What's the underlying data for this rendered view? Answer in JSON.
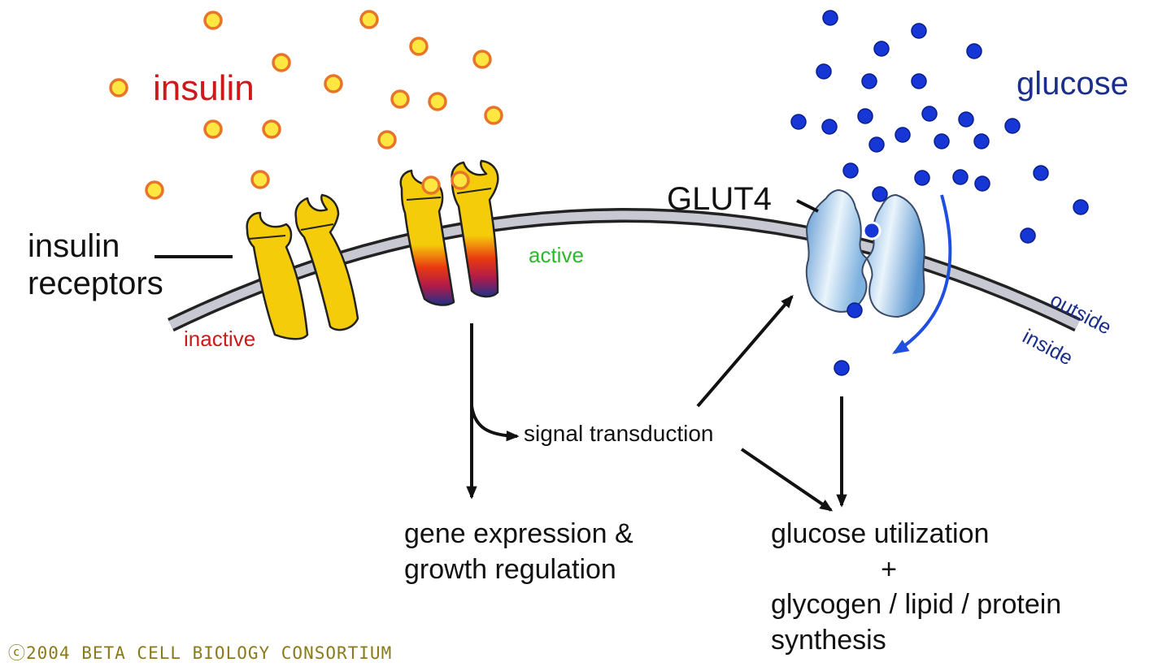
{
  "labels": {
    "insulin": "insulin",
    "glucose": "glucose",
    "insulin_receptors": "insulin\nreceptors",
    "glut4": "GLUT4",
    "inactive": "inactive",
    "active": "active",
    "outside": "outside",
    "inside": "inside",
    "signal_transduction": "signal transduction",
    "gene_expression": "gene expression &\ngrowth regulation",
    "glucose_utilization": "glucose utilization",
    "plus": "+",
    "synthesis": "glycogen / lipid / protein\nsynthesis",
    "copyright": "ⓒ2004 BETA CELL BIOLOGY CONSORTIUM"
  },
  "colors": {
    "insulin_text": "#cc1a1a",
    "glucose_text": "#1a2f8a",
    "inactive_text": "#cc1a1a",
    "active_text": "#2db82d",
    "side_text": "#1a2f8a",
    "insulin_particle_fill": "#ffe640",
    "insulin_particle_stroke": "#e8742a",
    "glucose_particle": "#1636d6",
    "receptor_fill": "#f5cc0a",
    "membrane": "#c8c8d2",
    "glut4": "#6ea6d8",
    "uptake_arrow": "#1e4fe0",
    "copyright": "#8a7a1a"
  }
}
